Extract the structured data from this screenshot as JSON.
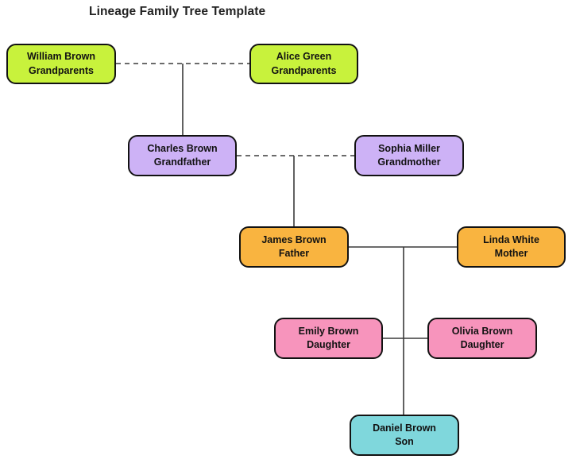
{
  "title": "Lineage Family Tree Template",
  "colors": {
    "grandparents_fill": "#c8f23c",
    "grandfather_generation_fill": "#cdb2f6",
    "parents_fill": "#f9b440",
    "daughters_fill": "#f794bc",
    "son_fill": "#7fd7dc",
    "node_border": "#121212",
    "edge_stroke": "#3a3a3a",
    "title_color": "#222222",
    "background": "#ffffff"
  },
  "nodes": [
    {
      "name": "William Brown",
      "role": "Grandparents",
      "color": "#c8f23c"
    },
    {
      "name": "Alice Green",
      "role": "Grandparents",
      "color": "#c8f23c"
    },
    {
      "name": "Charles Brown",
      "role": "Grandfather",
      "color": "#cdb2f6"
    },
    {
      "name": "Sophia Miller",
      "role": "Grandmother",
      "color": "#cdb2f6"
    },
    {
      "name": "James Brown",
      "role": "Father",
      "color": "#f9b440"
    },
    {
      "name": "Linda White",
      "role": "Mother",
      "color": "#f9b440"
    },
    {
      "name": "Emily Brown",
      "role": "Daughter",
      "color": "#f794bc"
    },
    {
      "name": "Olivia Brown",
      "role": "Daughter",
      "color": "#f794bc"
    },
    {
      "name": "Daniel Brown",
      "role": "Son",
      "color": "#7fd7dc"
    }
  ],
  "edges": [
    {
      "between": [
        "William Brown",
        "Alice Green"
      ],
      "style": "dashed"
    },
    {
      "between": [
        "William Brown & Alice Green",
        "Charles Brown"
      ],
      "style": "solid"
    },
    {
      "between": [
        "Charles Brown",
        "Sophia Miller"
      ],
      "style": "dashed"
    },
    {
      "between": [
        "Charles Brown & Sophia Miller",
        "James Brown"
      ],
      "style": "solid"
    },
    {
      "between": [
        "James Brown",
        "Linda White"
      ],
      "style": "solid"
    },
    {
      "between": [
        "James Brown & Linda White",
        "Daniel Brown"
      ],
      "style": "solid"
    },
    {
      "between": [
        "Emily Brown",
        "Olivia Brown"
      ],
      "style": "solid"
    }
  ]
}
